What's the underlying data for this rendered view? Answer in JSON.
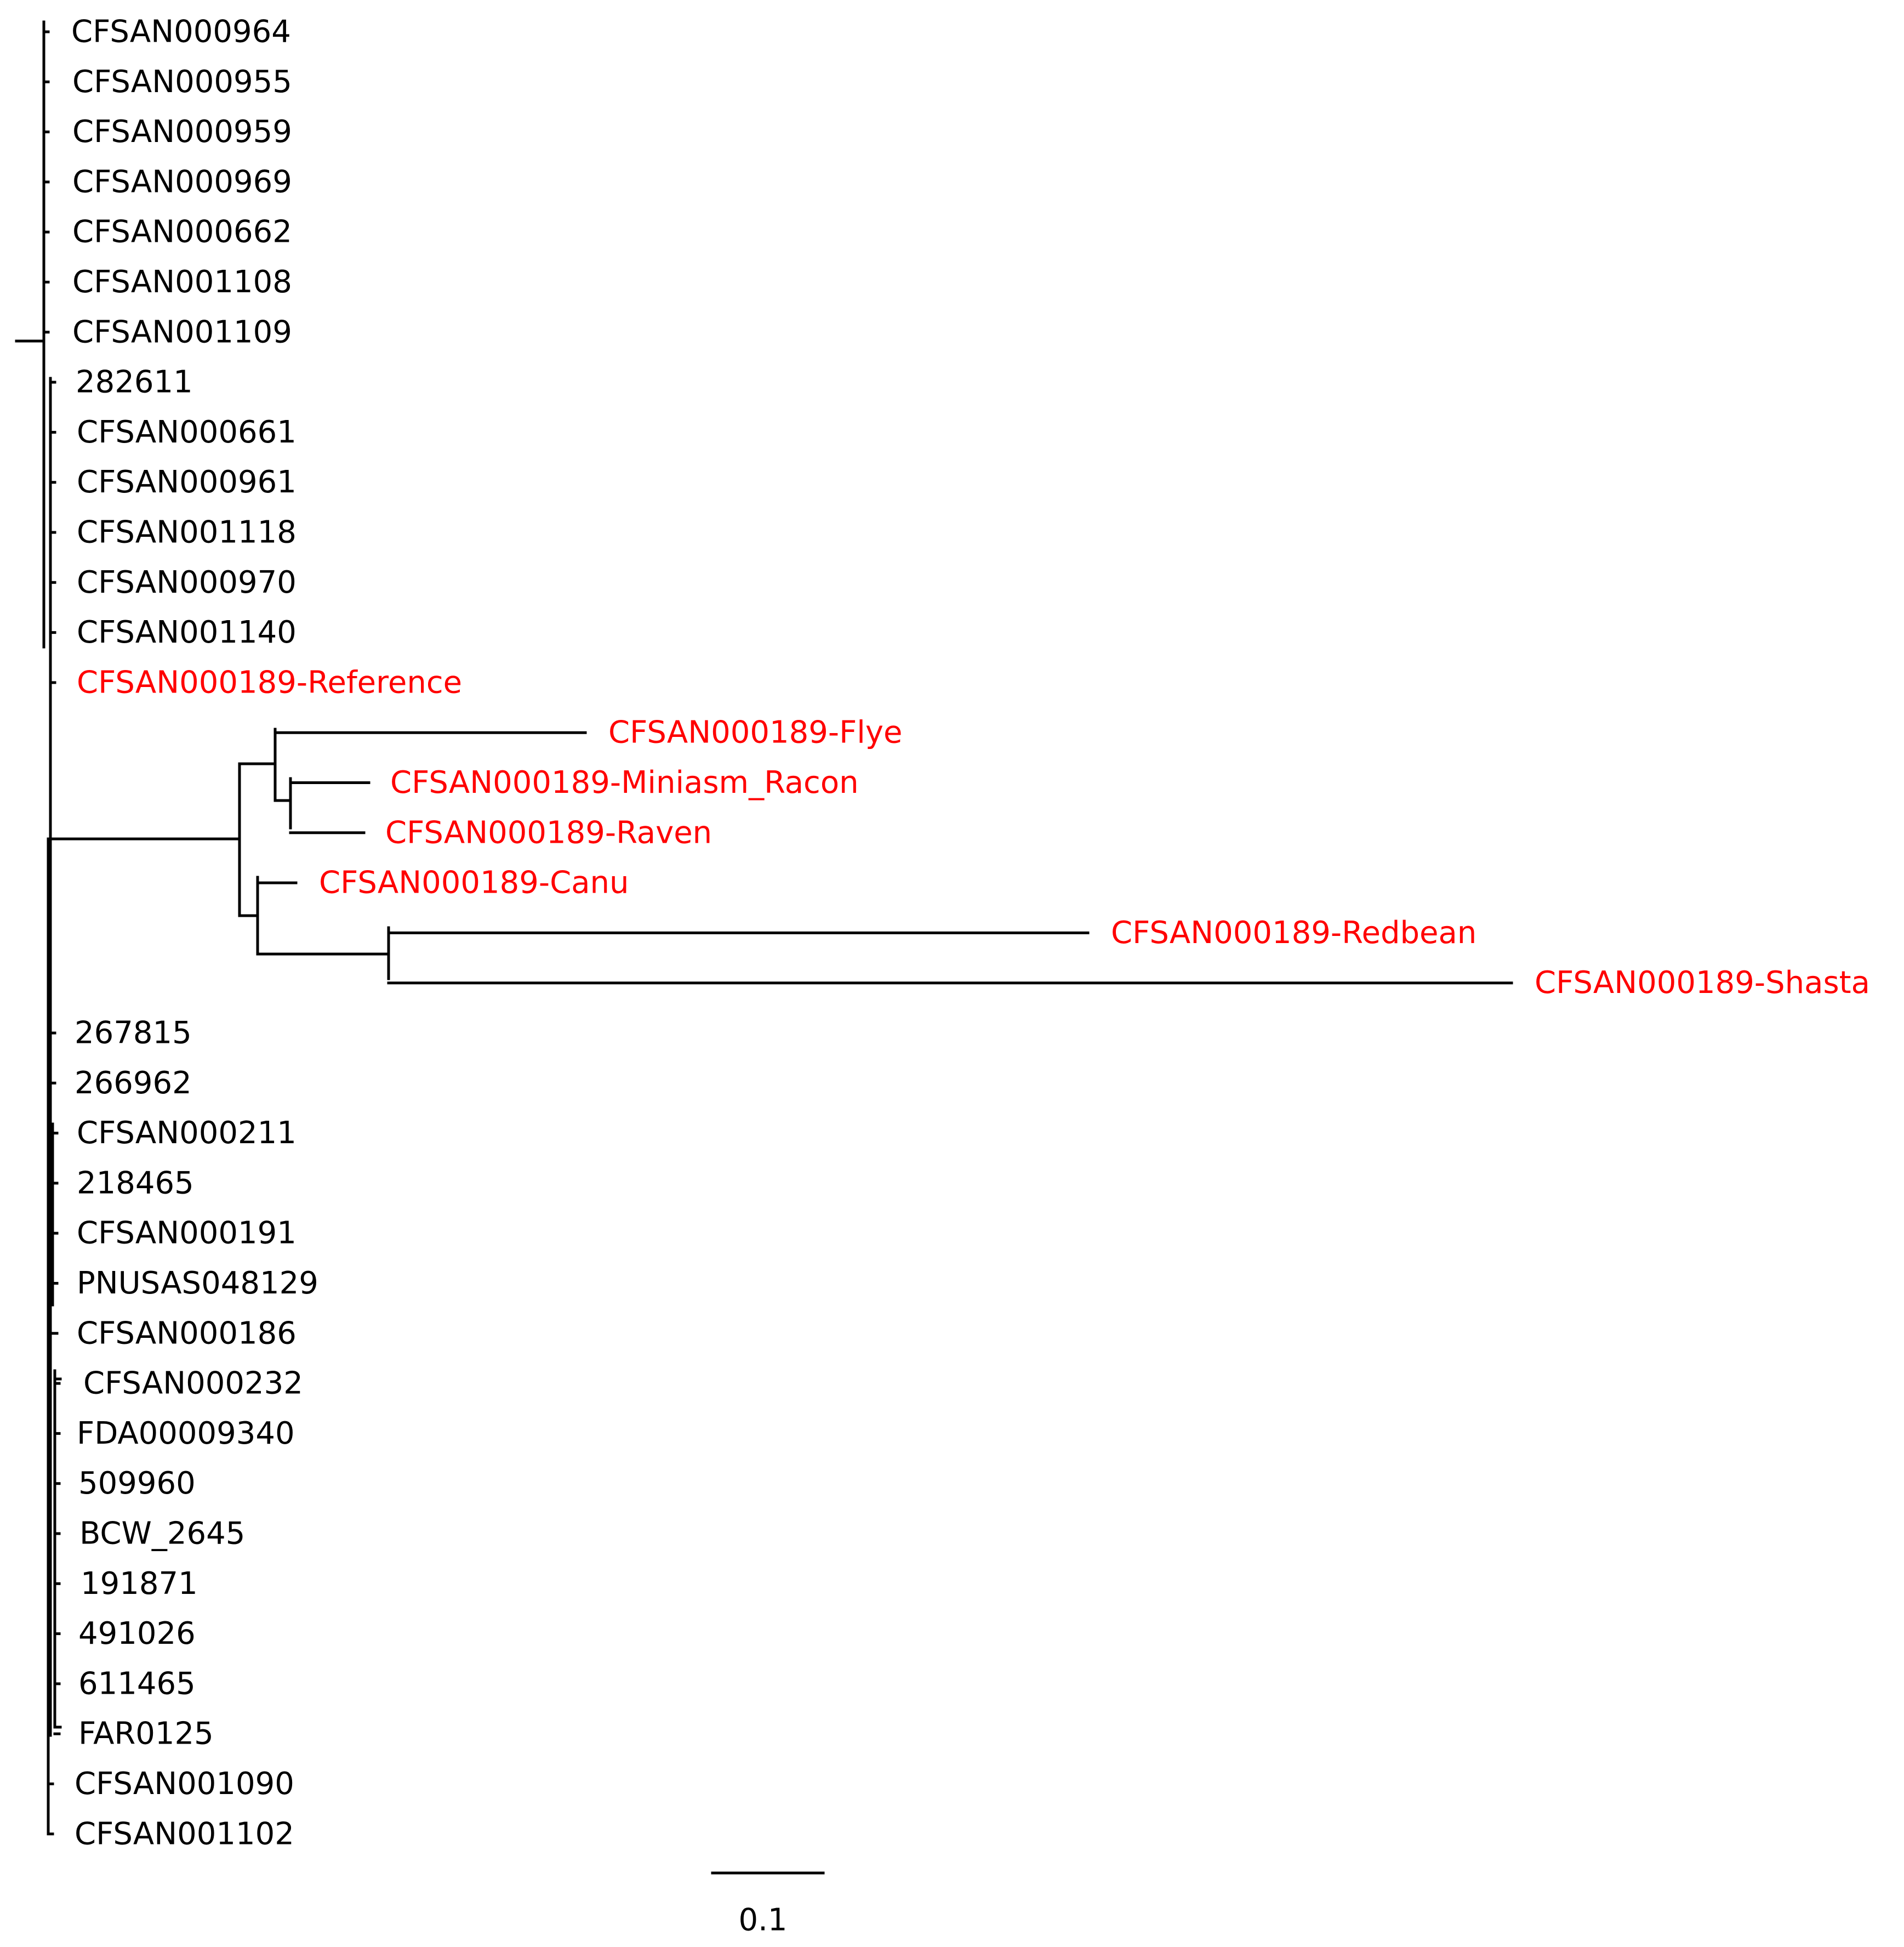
{
  "colors": {
    "branch": "#000000",
    "default_label": "#000000",
    "highlight_label": "#ff0000"
  },
  "taxa": {
    "t01": {
      "label": "CFSAN000964",
      "highlight": false
    },
    "t02": {
      "label": "CFSAN000955",
      "highlight": false
    },
    "t03": {
      "label": "CFSAN000959",
      "highlight": false
    },
    "t04": {
      "label": "CFSAN000969",
      "highlight": false
    },
    "t05": {
      "label": "CFSAN000662",
      "highlight": false
    },
    "t06": {
      "label": "CFSAN001108",
      "highlight": false
    },
    "t07": {
      "label": "CFSAN001109",
      "highlight": false
    },
    "t08": {
      "label": "282611",
      "highlight": false
    },
    "t09": {
      "label": "CFSAN000661",
      "highlight": false
    },
    "t10": {
      "label": "CFSAN000961",
      "highlight": false
    },
    "t11": {
      "label": "CFSAN001118",
      "highlight": false
    },
    "t12": {
      "label": "CFSAN000970",
      "highlight": false
    },
    "t13": {
      "label": "CFSAN001140",
      "highlight": false
    },
    "t14": {
      "label": "CFSAN000189-Reference",
      "highlight": true
    },
    "t15": {
      "label": "CFSAN000189-Flye",
      "highlight": true
    },
    "t16": {
      "label": "CFSAN000189-Miniasm_Racon",
      "highlight": true
    },
    "t17": {
      "label": "CFSAN000189-Raven",
      "highlight": true
    },
    "t18": {
      "label": "CFSAN000189-Canu",
      "highlight": true
    },
    "t19": {
      "label": "CFSAN000189-Redbean",
      "highlight": true
    },
    "t20": {
      "label": "CFSAN000189-Shasta",
      "highlight": true
    },
    "t21": {
      "label": "267815",
      "highlight": false
    },
    "t22": {
      "label": "266962",
      "highlight": false
    },
    "t23": {
      "label": "CFSAN000211",
      "highlight": false
    },
    "t24": {
      "label": "218465",
      "highlight": false
    },
    "t25": {
      "label": "CFSAN000191",
      "highlight": false
    },
    "t26": {
      "label": "PNUSAS048129",
      "highlight": false
    },
    "t27": {
      "label": "CFSAN000186",
      "highlight": false
    },
    "t28": {
      "label": "CFSAN000232",
      "highlight": false
    },
    "t29": {
      "label": "FDA00009340",
      "highlight": false
    },
    "t30": {
      "label": "509960",
      "highlight": false
    },
    "t31": {
      "label": "BCW_2645",
      "highlight": false
    },
    "t32": {
      "label": "191871",
      "highlight": false
    },
    "t33": {
      "label": "491026",
      "highlight": false
    },
    "t34": {
      "label": "611465",
      "highlight": false
    },
    "t35": {
      "label": "FAR0125",
      "highlight": false
    },
    "t36": {
      "label": "CFSAN001090",
      "highlight": false
    },
    "t37": {
      "label": "CFSAN001102",
      "highlight": false
    }
  },
  "tree": {
    "branch_lengths": {
      "flye": 0.375,
      "miniasm_racon": 0.095,
      "raven": 0.085,
      "canu": 0.045,
      "redbean": 0.835,
      "shasta": 1.34,
      "redbean_shasta_clade": 0.155
    },
    "scale_bar": {
      "value": 0.1,
      "label": "0.1"
    }
  }
}
